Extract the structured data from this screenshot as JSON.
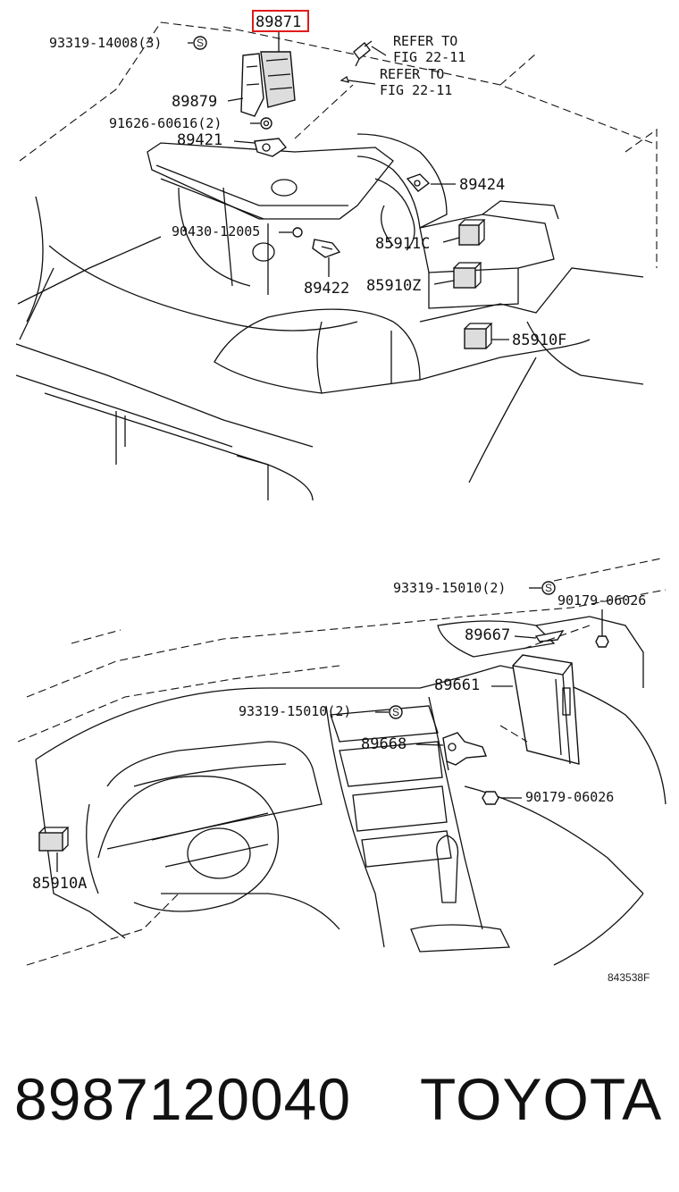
{
  "top_diagram": {
    "highlighted_part": "89871",
    "labels": {
      "p93319_14008": "93319-14008(3)",
      "refer1_a": "REFER TO",
      "refer1_b": "FIG 22-11",
      "refer2_a": "REFER TO",
      "refer2_b": "FIG 22-11",
      "p89879": "89879",
      "p91626": "91626-60616(2)",
      "p89421": "89421",
      "p89424": "89424",
      "p90430": "90430-12005",
      "p85911C": "85911C",
      "p89422": "89422",
      "p85910Z": "85910Z",
      "p85910F": "85910F"
    }
  },
  "bottom_diagram": {
    "labels": {
      "p93319_15010_a": "93319-15010(2)",
      "p90179_a": "90179-06026",
      "p89667": "89667",
      "p89661": "89661",
      "p93319_15010_b": "93319-15010(2)",
      "p89668": "89668",
      "p90179_b": "90179-06026",
      "p85910A": "85910A"
    },
    "figure_code": "843538F"
  },
  "footer": {
    "part_number": "8987120040",
    "brand": "TOYOTA"
  }
}
